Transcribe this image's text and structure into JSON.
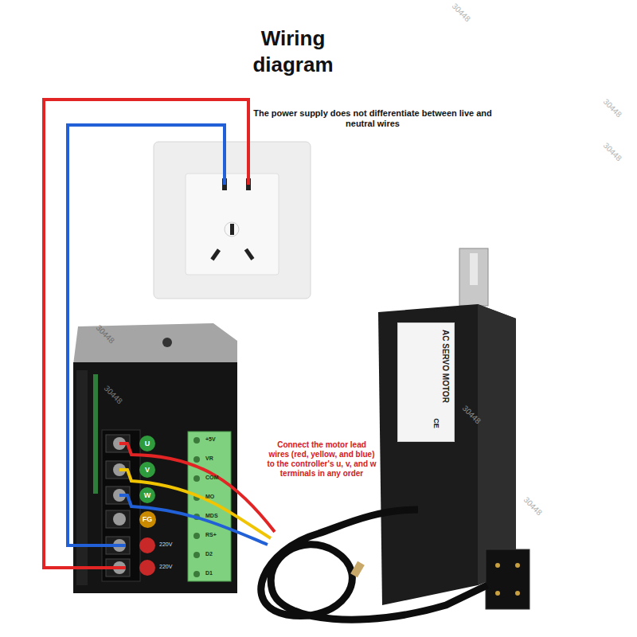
{
  "diagram": {
    "title": "Wiring diagram",
    "nodes": [
      {
        "text": [
          "U"
        ]
      },
      {
        "text": [
          "V"
        ]
      },
      {
        "text": [
          "W"
        ]
      },
      {
        "text": [
          "FG"
        ]
      },
      {
        "text": [
          "AC SERVO MOTOR"
        ]
      }
    ],
    "labels": [
      "The power supply does not differentiate between live and neutral wires",
      "Connect the motor lead wires (red, yellow, and blue) to the controller's u, v, and w terminals in any order",
      "+5V",
      "VR",
      "COM",
      "MO",
      "MDS",
      "RS+",
      "D2",
      "D1",
      "220V",
      "220V",
      "CE",
      "30448",
      "30448",
      "30448",
      "30448",
      "30448",
      "30448",
      "30448"
    ]
  }
}
